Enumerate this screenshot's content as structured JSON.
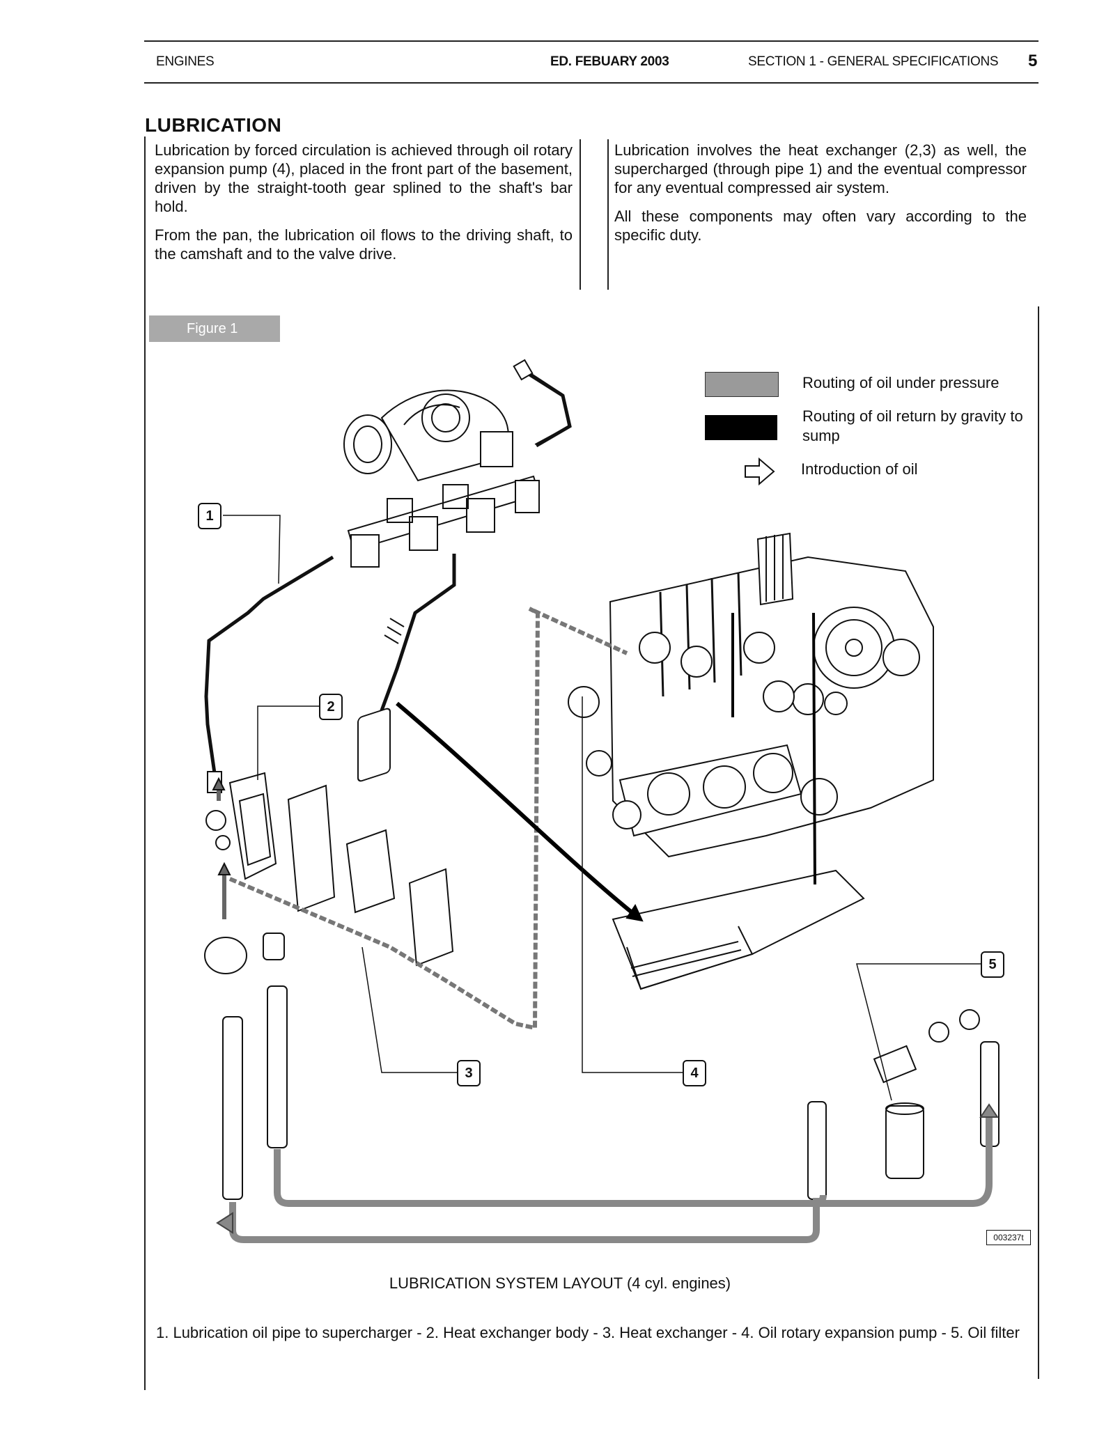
{
  "header": {
    "left": "ENGINES",
    "center": "ED. FEBUARY 2003",
    "right": "SECTION 1 - GENERAL SPECIFICATIONS",
    "page_number": "5"
  },
  "section_title": "LUBRICATION",
  "column_left": {
    "p1": "Lubrication by forced circulation is achieved through oil rotary expansion pump (4), placed in the front part of the basement, driven by the straight-tooth gear splined to the shaft's bar hold.",
    "p2": "From the pan, the lubrication oil flows to the driving shaft, to the camshaft and to the valve drive."
  },
  "column_right": {
    "p1": "Lubrication involves the heat exchanger (2,3) as well, the supercharged (through pipe 1) and the eventual compressor for any eventual compressed air system.",
    "p2": "All these components may often vary according to the specific duty."
  },
  "figure_label": "Figure 1",
  "legend": {
    "items": [
      {
        "label": "Routing of oil under pressure",
        "color": "#9a9a9a"
      },
      {
        "label": "Routing of oil return by gravity to sump",
        "color": "#000000"
      },
      {
        "label": "Introduction of oil",
        "icon": "hollow-arrow-icon"
      }
    ]
  },
  "callouts": [
    "1",
    "2",
    "3",
    "4",
    "5"
  ],
  "figure_code": "003237t",
  "figure_caption": "LUBRICATION SYSTEM LAYOUT (4 cyl. engines)",
  "parts_legend": "1. Lubrication oil pipe to supercharger - 2. Heat exchanger body - 3. Heat exchanger - 4. Oil rotary expansion pump - 5. Oil filter",
  "colors": {
    "pressure": "#9a9a9a",
    "return": "#000000"
  }
}
